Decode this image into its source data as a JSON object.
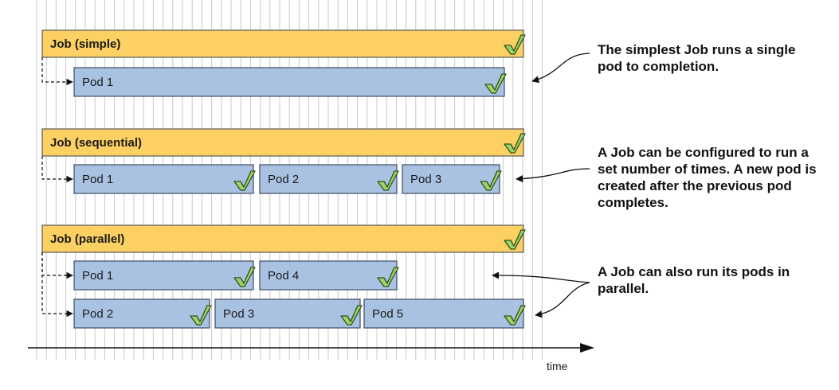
{
  "diagram": {
    "axis_label": "time",
    "colors": {
      "job_fill": "#fcd063",
      "job_stroke": "#5a5a5a",
      "pod_fill": "#a9c2e2",
      "pod_stroke": "#3d4c66",
      "check_fill": "#9bd46b",
      "check_stroke": "#2f4f1a",
      "grid": "#c8c8c8"
    },
    "groups": [
      {
        "job": {
          "label": "Job (simple)",
          "completed": true
        },
        "pod_rows": [
          [
            {
              "label": "Pod 1",
              "completed": true
            }
          ]
        ]
      },
      {
        "job": {
          "label": "Job (sequential)",
          "completed": true
        },
        "pod_rows": [
          [
            {
              "label": "Pod 1",
              "completed": true
            },
            {
              "label": "Pod 2",
              "completed": true
            },
            {
              "label": "Pod 3",
              "completed": true
            }
          ]
        ]
      },
      {
        "job": {
          "label": "Job (parallel)",
          "completed": true
        },
        "pod_rows": [
          [
            {
              "label": "Pod 1",
              "completed": true
            },
            {
              "label": "Pod 4",
              "completed": true
            }
          ],
          [
            {
              "label": "Pod 2",
              "completed": true
            },
            {
              "label": "Pod 3",
              "completed": true
            },
            {
              "label": "Pod 5",
              "completed": true
            }
          ]
        ]
      }
    ],
    "annotations": [
      "The simplest Job runs a single pod to completion.",
      "A Job can be configured to run a set number of times. A new pod is created after the previous pod completes.",
      "A Job can also run its pods in parallel."
    ]
  }
}
